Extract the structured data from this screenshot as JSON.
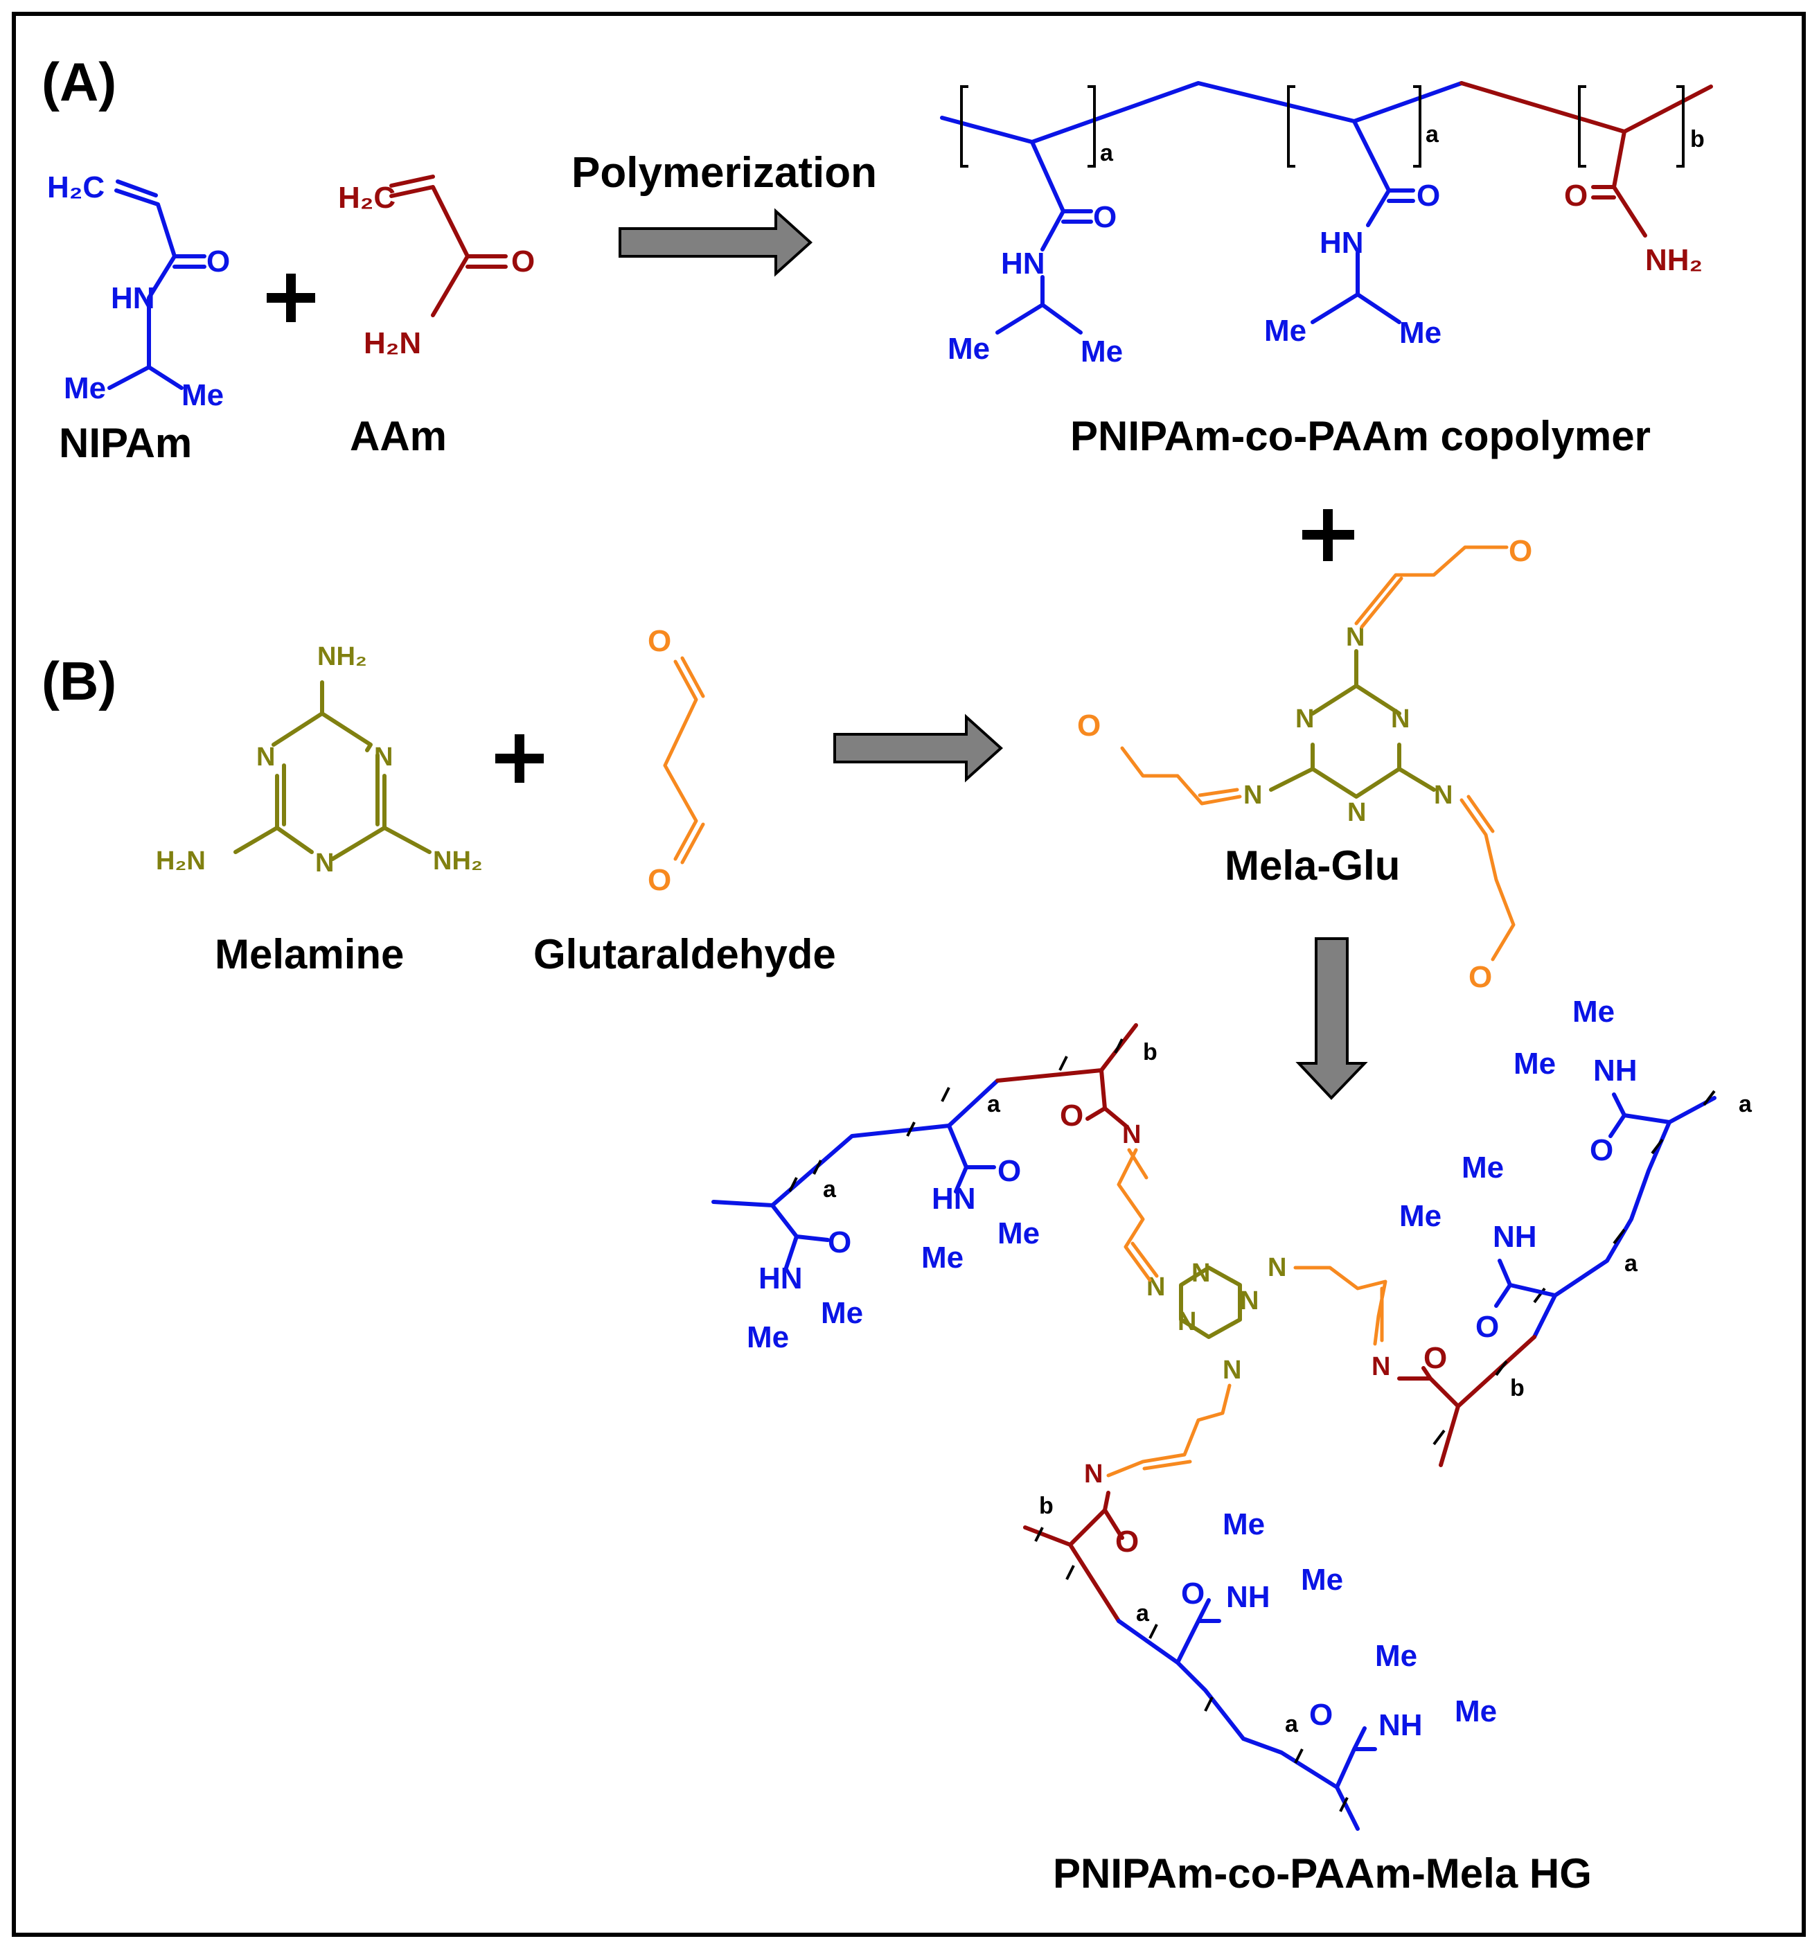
{
  "panels": {
    "a": "(A)",
    "b": "(B)"
  },
  "colors": {
    "nipam": "#0a14e6",
    "aam": "#990b0b",
    "melamine": "#808010",
    "glutaraldehyde": "#f7891f",
    "frame": "#000000",
    "arrow": "#808080"
  },
  "icons": {
    "plus": "plus-icon",
    "arrow": "arrow-icon"
  },
  "labels": {
    "polymerization": "Polymerization",
    "nipam": "NIPAm",
    "aam": "AAm",
    "copolymer": "PNIPAm-co-PAAm copolymer",
    "melamine": "Melamine",
    "glutaraldehyde": "Glutaraldehyde",
    "mela_glu": "Mela-Glu",
    "hydrogel": "PNIPAm-co-PAAm-Mela HG"
  },
  "atoms": {
    "h2c": "H₂C",
    "o": "O",
    "hn": "HN",
    "nh": "NH",
    "nh2": "NH₂",
    "h2n": "H₂N",
    "me": "Me",
    "n": "N",
    "sub_a": "a",
    "sub_b": "b"
  }
}
